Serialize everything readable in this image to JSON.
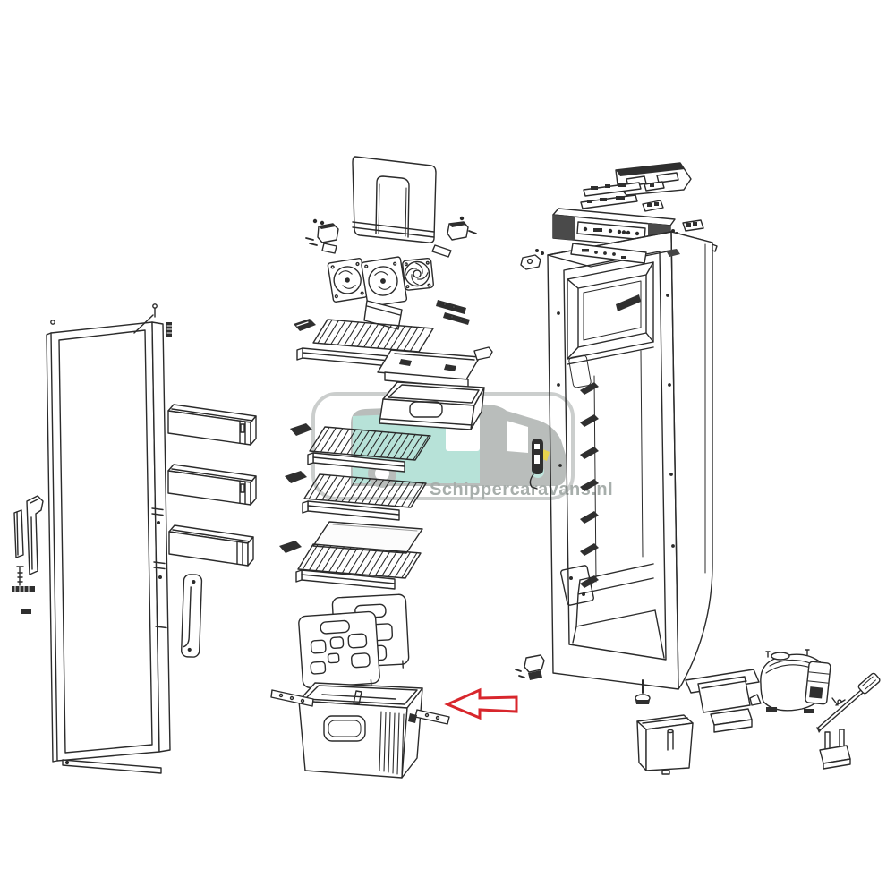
{
  "diagram": {
    "type": "exploded-parts-diagram",
    "subject": "refrigerator"
  },
  "watermark": {
    "text": "Schippercaravans.nl"
  },
  "colors": {
    "line": "#2b2b2b",
    "dark_part": "#2f2f2f",
    "arrow_red": "#d8262c",
    "watermark_teal": "#b7e2d8",
    "watermark_teal_light": "#bfe5dd",
    "watermark_gray": "#b9bdbb",
    "watermark_border": "#cbcecd",
    "watermark_text": "#a7aeab",
    "headlight_yellow": "#e8d44d",
    "background": "#ffffff"
  }
}
